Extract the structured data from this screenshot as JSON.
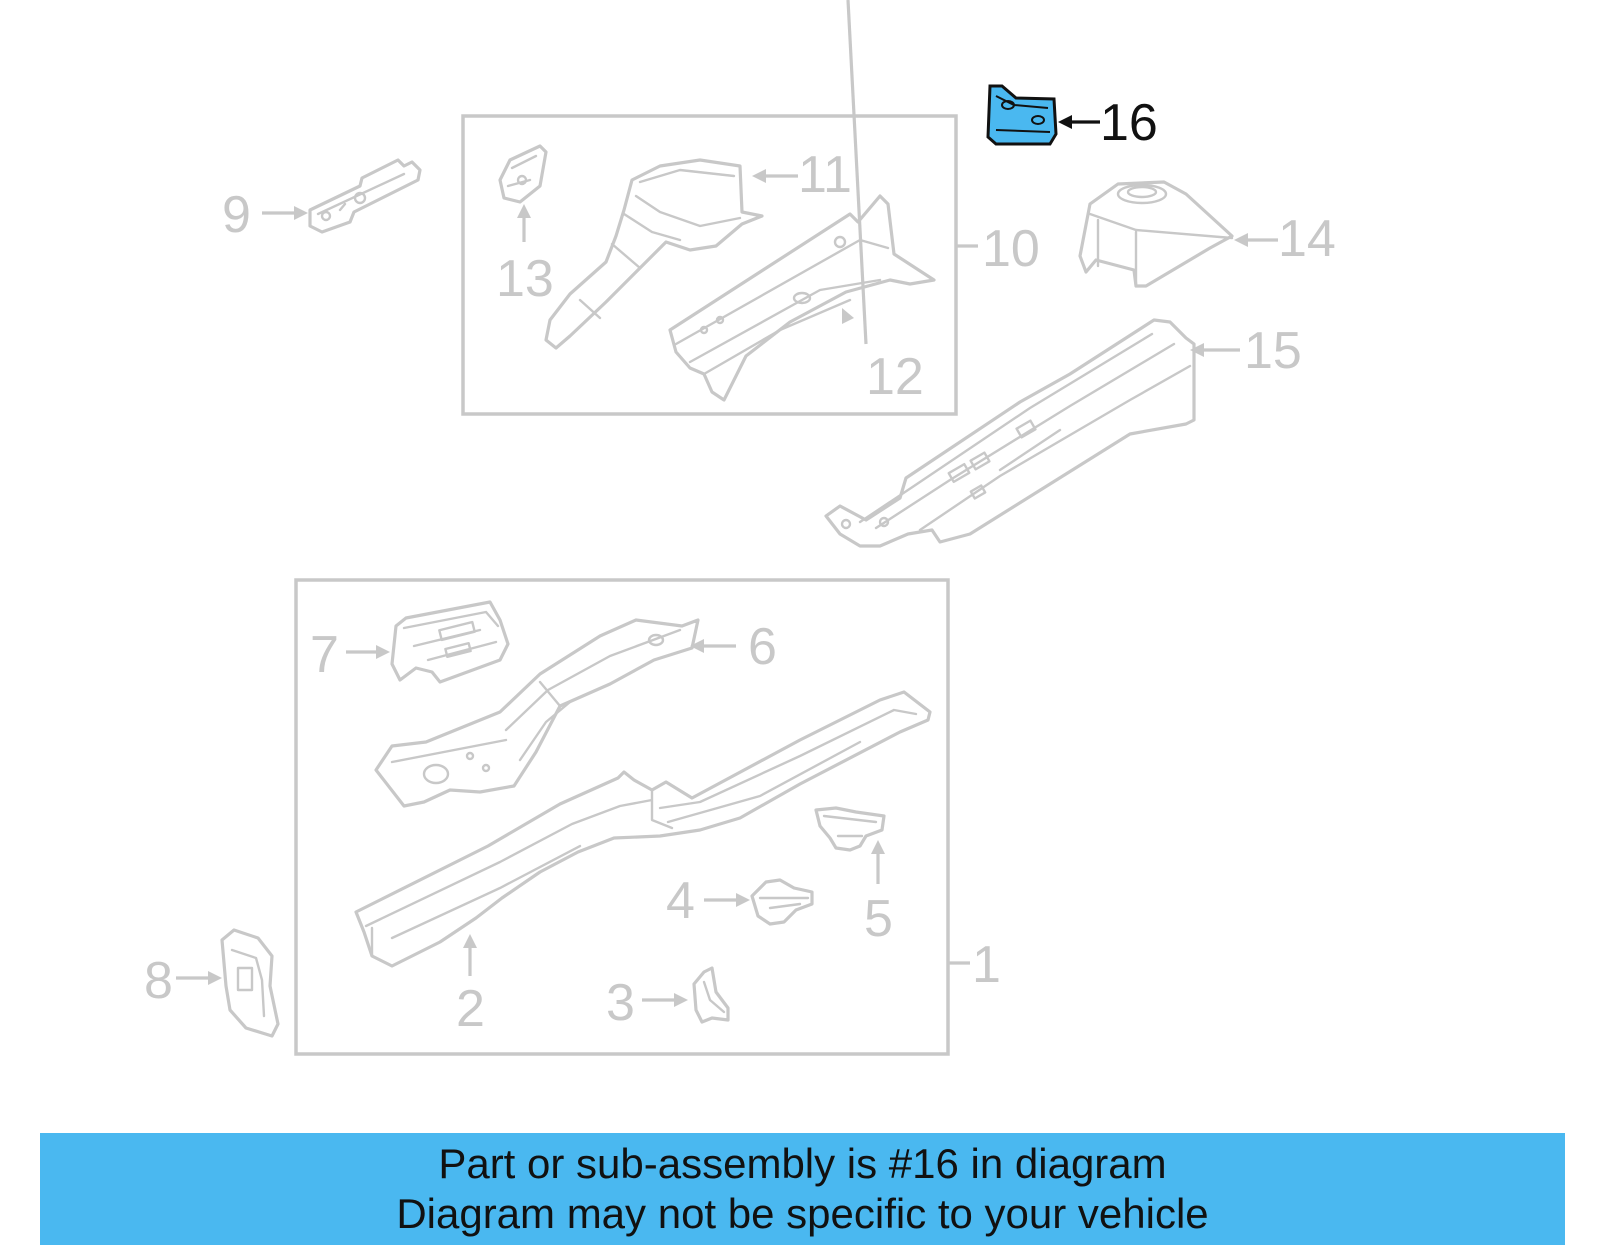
{
  "colors": {
    "highlight": "#4ab8f0",
    "line_gray": "#c8c8c8",
    "active_text": "#111111",
    "banner_background": "#4ab8f0"
  },
  "highlighted_part": "16",
  "callouts": {
    "c1": "1",
    "c2": "2",
    "c3": "3",
    "c4": "4",
    "c5": "5",
    "c6": "6",
    "c7": "7",
    "c8": "8",
    "c9": "9",
    "c10": "10",
    "c11": "11",
    "c12": "12",
    "c13": "13",
    "c14": "14",
    "c15": "15",
    "c16": "16"
  },
  "banner": {
    "line1": "Part or sub-assembly is #16 in diagram",
    "line2": "Diagram may not be specific to your vehicle"
  }
}
